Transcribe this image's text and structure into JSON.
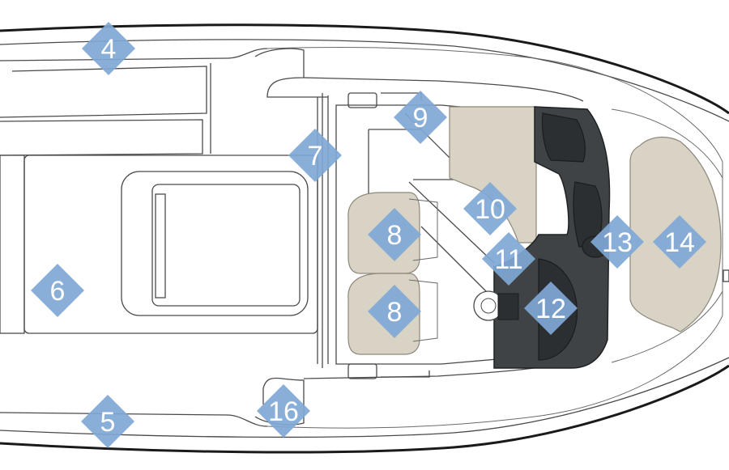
{
  "diagram": {
    "markers": [
      {
        "id": "m4",
        "label": "4"
      },
      {
        "id": "m5",
        "label": "5"
      },
      {
        "id": "m6",
        "label": "6"
      },
      {
        "id": "m7",
        "label": "7"
      },
      {
        "id": "m8a",
        "label": "8"
      },
      {
        "id": "m8b",
        "label": "8"
      },
      {
        "id": "m9",
        "label": "9"
      },
      {
        "id": "m10",
        "label": "10"
      },
      {
        "id": "m11",
        "label": "11"
      },
      {
        "id": "m12",
        "label": "12"
      },
      {
        "id": "m13",
        "label": "13"
      },
      {
        "id": "m14",
        "label": "14"
      },
      {
        "id": "m16",
        "label": "16"
      }
    ],
    "colors": {
      "marker": "#7fa8d6",
      "cushion": "#d9d3c6",
      "console": "#3f4346",
      "hull": "#1a1a1a"
    }
  }
}
